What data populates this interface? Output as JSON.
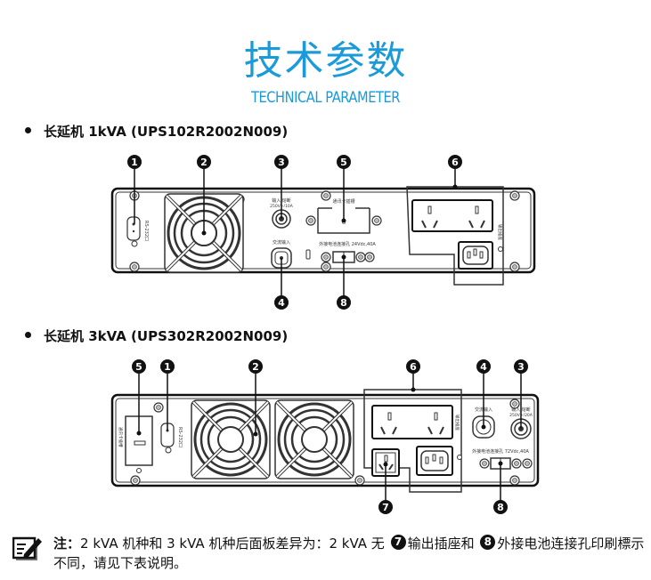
{
  "header": {
    "title_cn": "技术参数",
    "title_en": "TECHNICAL PARAMETER",
    "accent_color": "#1a9ad9"
  },
  "sections": [
    {
      "heading": "长延机 1kVA (UPS102R2002N009)",
      "callouts": [
        "1",
        "2",
        "3",
        "4",
        "5",
        "6",
        "8"
      ],
      "panel_labels": {
        "input_breaker": "输入 熔断",
        "input_breaker_rating": "250V~/10A",
        "ac_input": "交流输入",
        "battery_connector": "外接电池连接孔 24Vdc,40A",
        "slot": "通讯卡插槽",
        "rs232": "RS-232口",
        "output": "输出插座"
      }
    },
    {
      "heading": "长延机 3kVA (UPS302R2002N009)",
      "callouts": [
        "5",
        "1",
        "2",
        "6",
        "4",
        "3",
        "7",
        "8"
      ],
      "panel_labels": {
        "input_breaker": "输入 熔断",
        "input_breaker_rating": "250V~/20A",
        "ac_input": "交流输入",
        "battery_connector": "外接电池连接孔 72Vdc,40A",
        "slot": "通讯卡插槽",
        "rs232": "RS-232口",
        "output": "输出插座"
      }
    }
  ],
  "note": {
    "icon": "edit-note-icon",
    "label": "注：",
    "part1": "2 kVA 机种和 3 kVA 机种后面板差异为：2 kVA 无",
    "marker_a": "7",
    "part2": "输出插座和",
    "marker_b": "8",
    "part3": "外接电池连接孔印刷標示不同，请见下表说明。"
  }
}
